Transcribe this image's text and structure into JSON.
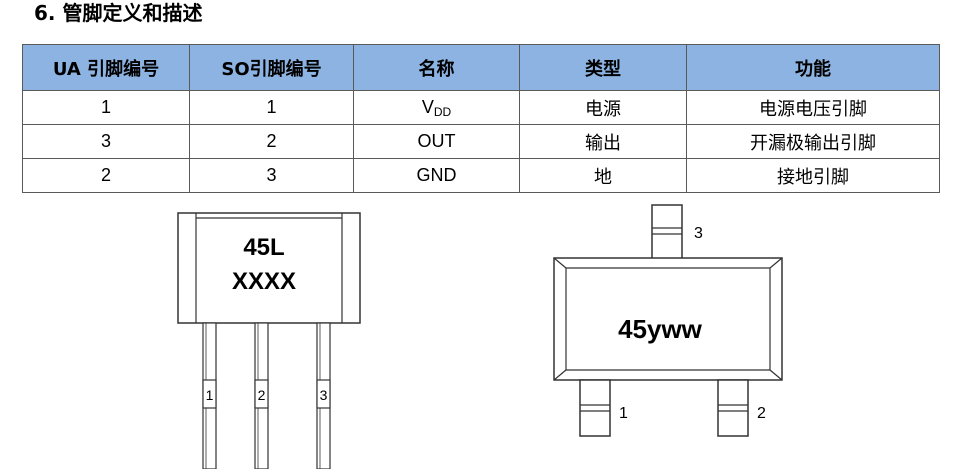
{
  "section": {
    "title": "6.  管脚定义和描述"
  },
  "table": {
    "headers": [
      "UA 引脚编号",
      "SO引脚编号",
      "名称",
      "类型",
      "功能"
    ],
    "rows": [
      {
        "ua": "1",
        "so": "1",
        "name_main": "V",
        "name_sub": "DD",
        "type": "电源",
        "func": "电源电压引脚"
      },
      {
        "ua": "3",
        "so": "2",
        "name_main": "OUT",
        "name_sub": "",
        "type": "输出",
        "func": "开漏极输出引脚"
      },
      {
        "ua": "2",
        "so": "3",
        "name_main": "GND",
        "name_sub": "",
        "type": "地",
        "func": "接地引脚"
      }
    ]
  },
  "ua_package": {
    "line1": "45L",
    "line2": "XXXX",
    "pins": [
      "1",
      "2",
      "3"
    ]
  },
  "so_package": {
    "marking": "45yww",
    "pins": [
      "1",
      "2",
      "3"
    ]
  }
}
